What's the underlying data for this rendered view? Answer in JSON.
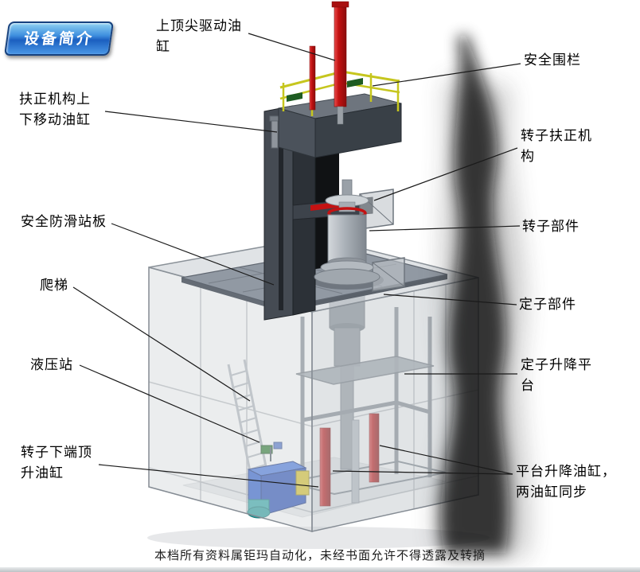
{
  "badge": {
    "label": "设备简介"
  },
  "labels": {
    "top_cylinder": "上顶尖驱动油\n缸",
    "safety_fence": "安全围栏",
    "centering_updown": "扶正机构上\n下移动油缸",
    "rotor_centering": "转子扶正机\n构",
    "anti_slip": "安全防滑站板",
    "rotor_part": "转子部件",
    "ladder": "爬梯",
    "stator_part": "定子部件",
    "hydraulic_station": "液压站",
    "stator_lift": "定子升降平\n台",
    "rotor_jack": "转子下端顶\n升油缸",
    "platform_cylinders": "平台升降油缸，\n两油缸同步"
  },
  "footer": "本档所有资料属钜玛自动化，未经书面允许不得透露及转摘",
  "colors": {
    "badge_blue": "#2e7fd9",
    "cylinder_red": "#c41212",
    "railing_yellow": "#c6c61e",
    "machine_gray": "#9aa1a9"
  }
}
